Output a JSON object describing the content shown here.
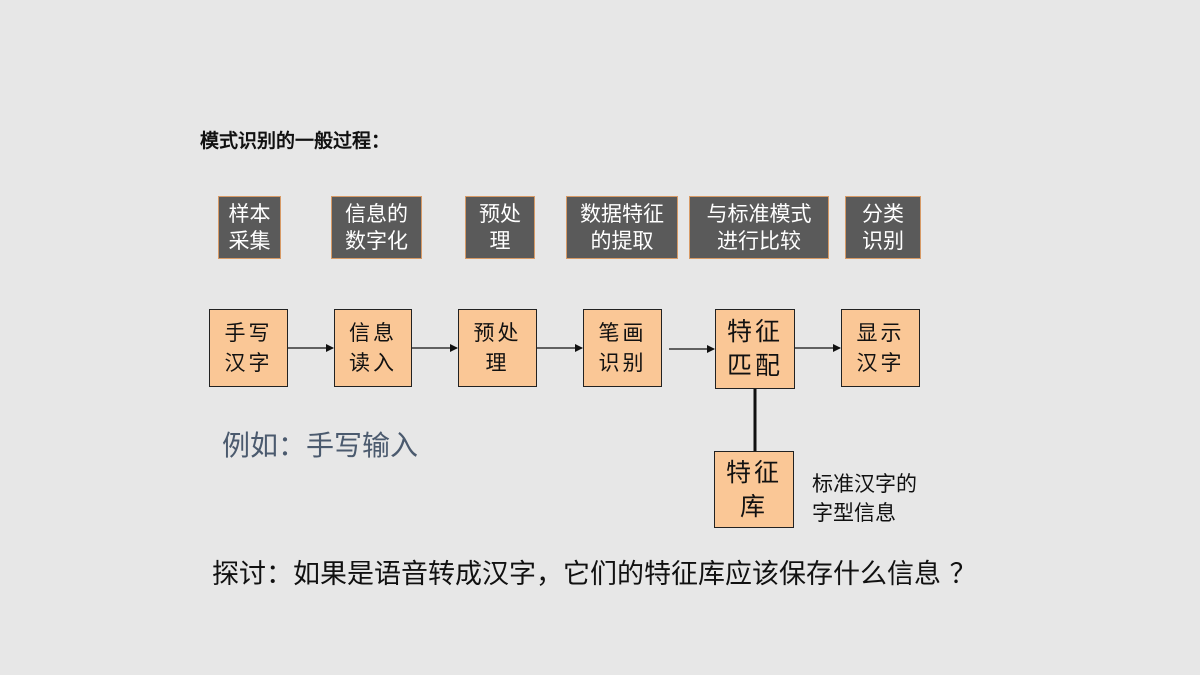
{
  "title": "模式识别的一般过程：",
  "steps": [
    {
      "label": "样本\n采集"
    },
    {
      "label": "信息的\n数字化"
    },
    {
      "label": "预处\n理"
    },
    {
      "label": "数据特征\n的提取"
    },
    {
      "label": "与标准模式\n进行比较"
    },
    {
      "label": "分类\n识别"
    }
  ],
  "flow": [
    {
      "label": "手写\n汉字"
    },
    {
      "label": "信息\n读入"
    },
    {
      "label": "预处\n理"
    },
    {
      "label": "笔画\n识别"
    },
    {
      "label": "特征\n匹配"
    },
    {
      "label": "显示\n汉字"
    }
  ],
  "feature_store": {
    "label": "特征\n库"
  },
  "feature_store_note": "标准汉字的\n字型信息",
  "example": "例如：手写输入",
  "question": "探讨：如果是语音转成汉字，它们的特征库应该保存什么信息 ？",
  "colors": {
    "background": "#e7e7e7",
    "step_fill": "#5a5a5a",
    "step_border": "#d79a66",
    "flow_fill": "#fac796",
    "example_text": "#4b5a6e"
  }
}
